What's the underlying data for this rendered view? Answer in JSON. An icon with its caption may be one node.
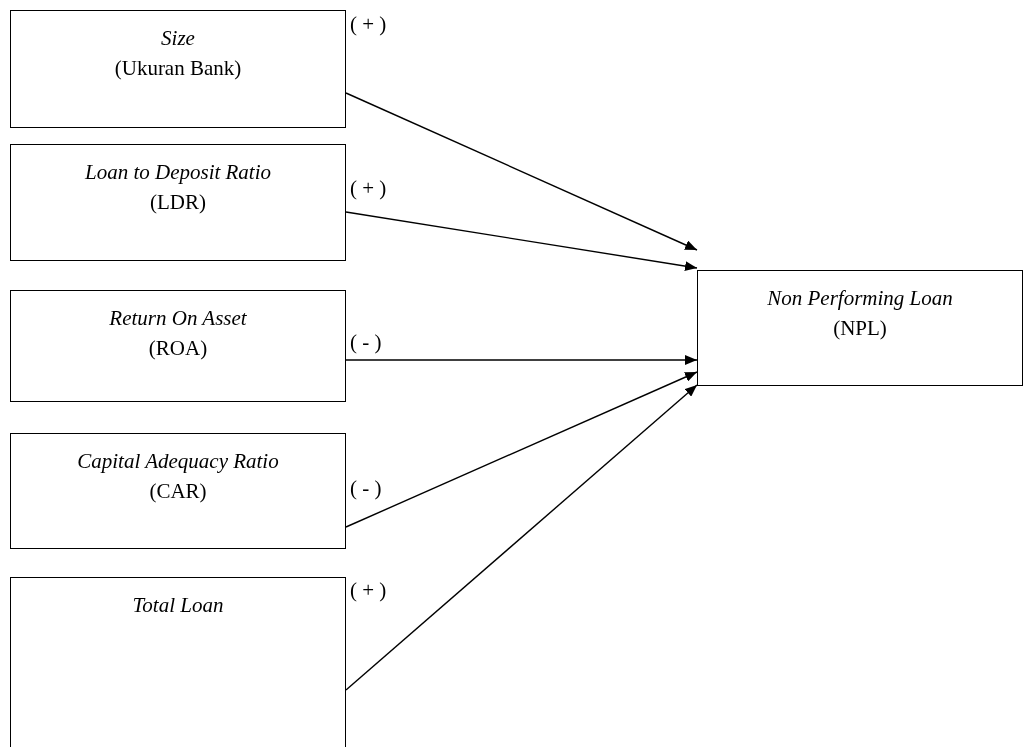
{
  "diagram": {
    "nodes": [
      {
        "text": [
          "Size",
          "(Ukuran Bank)"
        ]
      },
      {
        "text": [
          "Loan to Deposit Ratio",
          "(LDR)"
        ]
      },
      {
        "text": [
          "Return On Asset",
          "(ROA)"
        ]
      },
      {
        "text": [
          "*Capital Adequacy Ratio* (CAR)"
        ]
      },
      {
        "text": [
          "Total Loan"
        ]
      },
      {
        "text": [
          "Non Performing Loan",
          "(NPL)"
        ]
      }
    ],
    "edges": [
      {
        "from": 0,
        "to": 5,
        "arrow": "to",
        "label": "( + )"
      },
      {
        "from": 1,
        "to": 5,
        "arrow": "to",
        "label": "( + )"
      },
      {
        "from": 2,
        "to": 5,
        "arrow": "to",
        "label": "( - )"
      },
      {
        "from": 3,
        "to": 5,
        "arrow": "to",
        "label": "( - )"
      },
      {
        "from": 4,
        "to": 5,
        "arrow": "to",
        "label": "( + )"
      }
    ]
  }
}
